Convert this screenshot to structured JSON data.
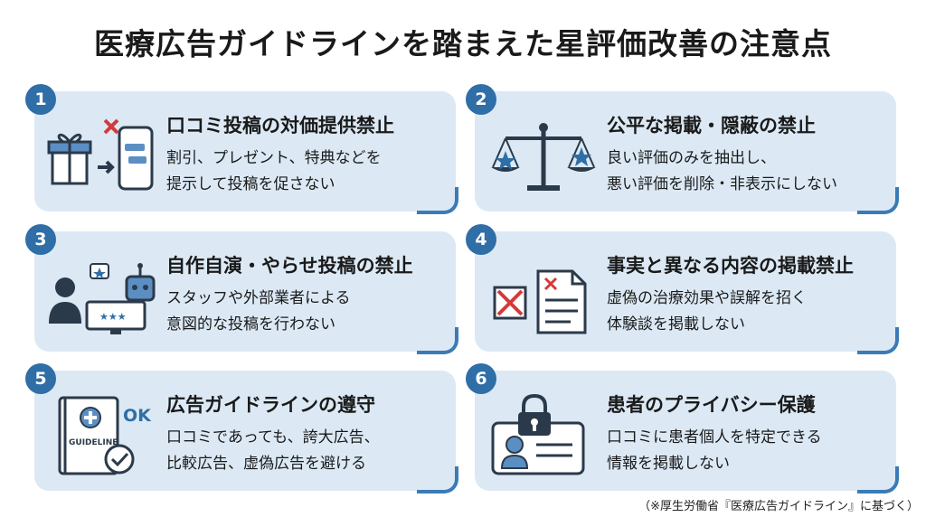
{
  "title": "医療広告ガイドラインを踏まえた星評価改善の注意点",
  "cards": [
    {
      "number": "1",
      "heading": "口コミ投稿の対価提供禁止",
      "line1": "割引、プレゼント、特典などを",
      "line2": "提示して投稿を促さない",
      "icon": "gift-to-phone-prohibited-icon"
    },
    {
      "number": "2",
      "heading": "公平な掲載・隠蔽の禁止",
      "line1": "良い評価のみを抽出し、",
      "line2": "悪い評価を削除・非表示にしない",
      "icon": "balance-scale-icon"
    },
    {
      "number": "3",
      "heading": "自作自演・やらせ投稿の禁止",
      "line1": "スタッフや外部業者による",
      "line2": "意図的な投稿を行わない",
      "icon": "person-robot-review-icon"
    },
    {
      "number": "4",
      "heading": "事実と異なる内容の掲載禁止",
      "line1": "虚偽の治療効果や誤解を招く",
      "line2": "体験談を掲載しない",
      "icon": "false-document-icon"
    },
    {
      "number": "5",
      "heading": "広告ガイドラインの遵守",
      "line1": "口コミであっても、誇大広告、",
      "line2": "比較広告、虚偽広告を避ける",
      "icon": "guideline-book-icon",
      "book_label": "GUIDELINE",
      "ok_label": "OK"
    },
    {
      "number": "6",
      "heading": "患者のプライバシー保護",
      "line1": "口コミに患者個人を特定できる",
      "line2": "情報を掲載しない",
      "icon": "id-card-lock-icon"
    }
  ],
  "footnote": "（※厚生労働省『医療広告ガイドライン』に基づく）",
  "colors": {
    "card_bg": "#dce9f5",
    "accent": "#2f6ea7",
    "danger": "#d43a3a",
    "dark": "#2b3a4a"
  }
}
